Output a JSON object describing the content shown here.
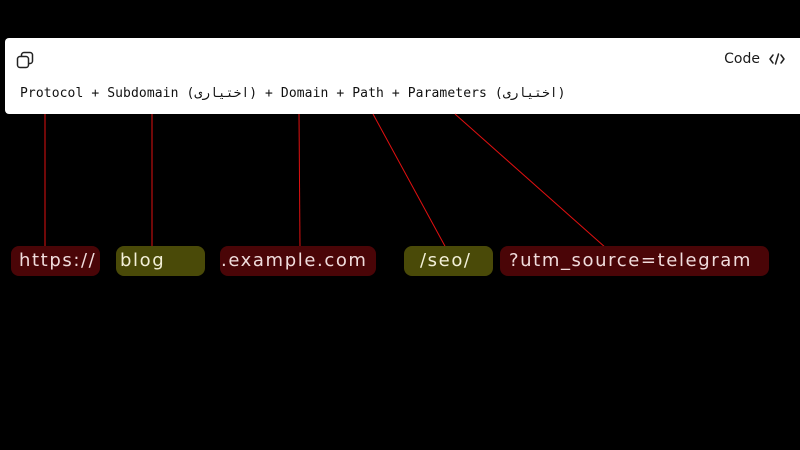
{
  "code_block": {
    "toggle_label": "Code",
    "line": "Protocol + Subdomain (اختیاری) + Domain + Path + Parameters (اختیاری)"
  },
  "url_parts": {
    "protocol": "https://",
    "subdomain": "blog",
    "domain": ".example.com",
    "path": "/seo/",
    "parameters": "?utm_source=telegram"
  },
  "colors": {
    "background": "#000000",
    "connector": "#e01010",
    "required_chip": "#4a0507",
    "optional_chip": "#4a4a08"
  }
}
